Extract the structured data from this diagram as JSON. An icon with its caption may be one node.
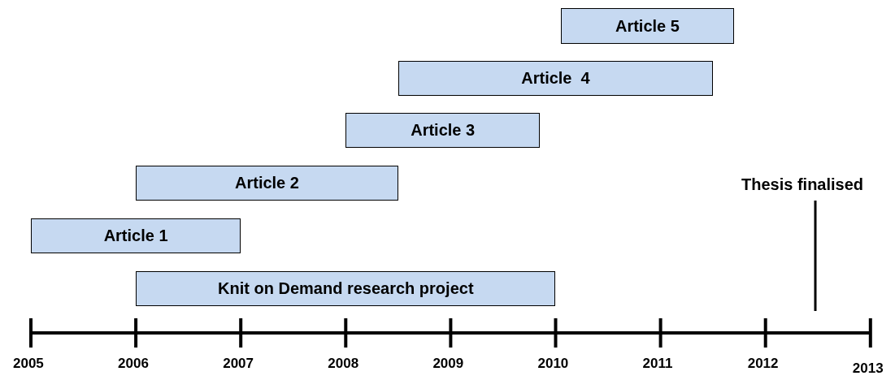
{
  "diagram": {
    "nodes": [
      {
        "text": [
          "Article 5"
        ]
      },
      {
        "text": [
          "Article  4"
        ]
      },
      {
        "text": [
          "Article 3"
        ]
      },
      {
        "text": [
          "Article 2"
        ]
      },
      {
        "text": [
          "Article 1"
        ]
      },
      {
        "text": [
          "Knit on Demand research project"
        ]
      }
    ],
    "labels": [
      "Thesis finalised",
      "2005",
      "2006",
      "2007",
      "2008",
      "2009",
      "2010",
      "2011",
      "2012",
      "2013"
    ]
  }
}
